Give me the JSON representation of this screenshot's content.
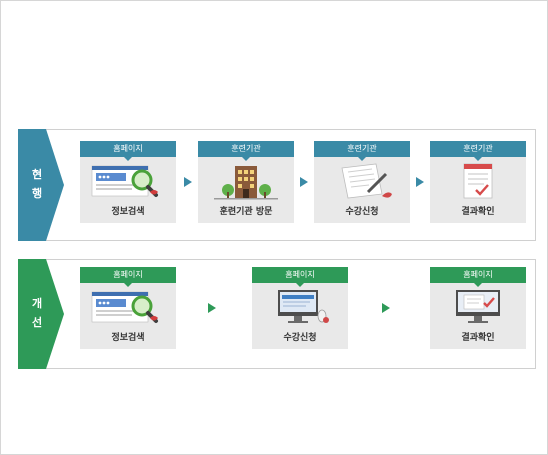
{
  "rows": [
    {
      "tag": {
        "line1": "현",
        "line2": "행"
      },
      "color": "#3a8aa6",
      "cards": [
        {
          "header": "홈페이지",
          "label": "정보검색",
          "icon": "website-search-icon"
        },
        {
          "header": "훈련기관",
          "label": "훈련기관 방문",
          "icon": "building-icon"
        },
        {
          "header": "훈련기관",
          "label": "수강신청",
          "icon": "paper-pen-icon"
        },
        {
          "header": "훈련기관",
          "label": "결과확인",
          "icon": "document-check-icon"
        }
      ]
    },
    {
      "tag": {
        "line1": "개",
        "line2": "선"
      },
      "color": "#2e9a58",
      "cards": [
        {
          "header": "홈페이지",
          "label": "정보검색",
          "icon": "website-search-icon"
        },
        {
          "header": "홈페이지",
          "label": "수강신청",
          "icon": "monitor-mouse-icon"
        },
        {
          "header": "홈페이지",
          "label": "결과확인",
          "icon": "monitor-check-icon"
        }
      ]
    }
  ]
}
